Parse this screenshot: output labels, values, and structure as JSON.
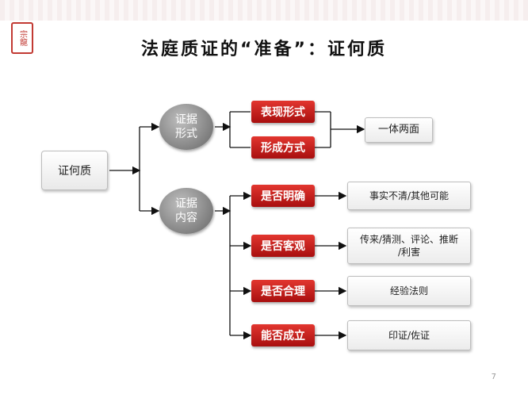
{
  "slide": {
    "title": "法庭质证的“准备”：证何质",
    "page_number": "7",
    "seal_text": "宗龍"
  },
  "diagram": {
    "root": "证何质",
    "form_node": "证据\n形式",
    "content_node": "证据\n内容",
    "form_items": [
      "表现形式",
      "形成方式"
    ],
    "form_result": "一体两面",
    "content_items": [
      {
        "question": "是否明确",
        "answer": "事实不清/其他可能"
      },
      {
        "question": "是否客观",
        "answer": "传来/猜测、评论、推断\n/利害"
      },
      {
        "question": "是否合理",
        "answer": "经验法则"
      },
      {
        "question": "能否成立",
        "answer": "印证/佐证"
      }
    ]
  },
  "colors": {
    "accent_red": "#c0191a",
    "line": "#111111"
  }
}
